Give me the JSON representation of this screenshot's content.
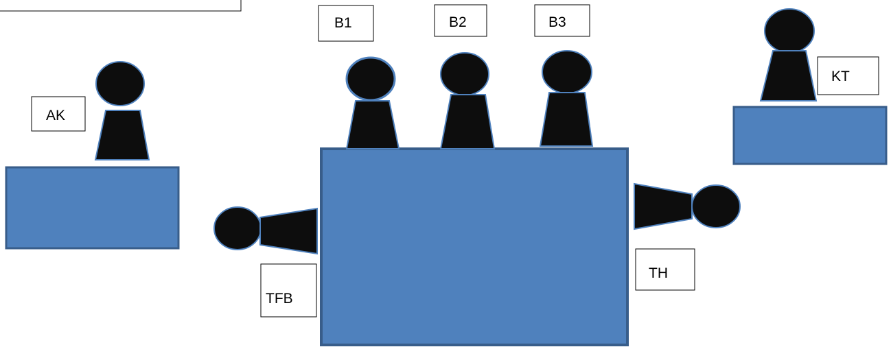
{
  "labels": {
    "b1": "B1",
    "b2": "B2",
    "b3": "B3",
    "kt": "KT",
    "ak": "AK",
    "tfb": "TFB",
    "th": "TH"
  },
  "colors": {
    "table_fill": "#4f81bd",
    "table_stroke": "#385d8a",
    "person_fill": "#0d0d0d",
    "person_outline": "#4f81bd"
  }
}
